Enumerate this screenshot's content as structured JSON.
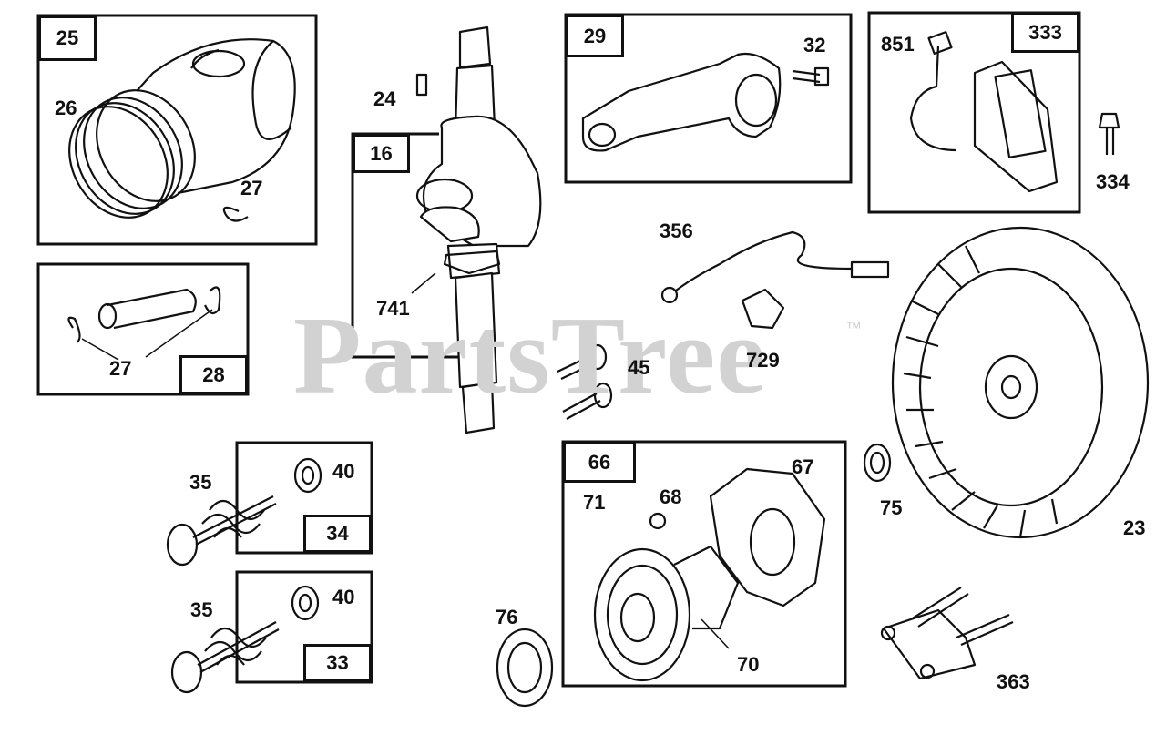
{
  "watermark": "PartsTree",
  "trademark": "™",
  "box_labels": [
    "25",
    "28",
    "16",
    "29",
    "333",
    "34",
    "33",
    "66"
  ],
  "part_labels": [
    "26",
    "27",
    "27",
    "24",
    "741",
    "32",
    "851",
    "334",
    "356",
    "729",
    "45",
    "75",
    "23",
    "35",
    "40",
    "35",
    "40",
    "71",
    "68",
    "67",
    "70",
    "76",
    "363"
  ]
}
